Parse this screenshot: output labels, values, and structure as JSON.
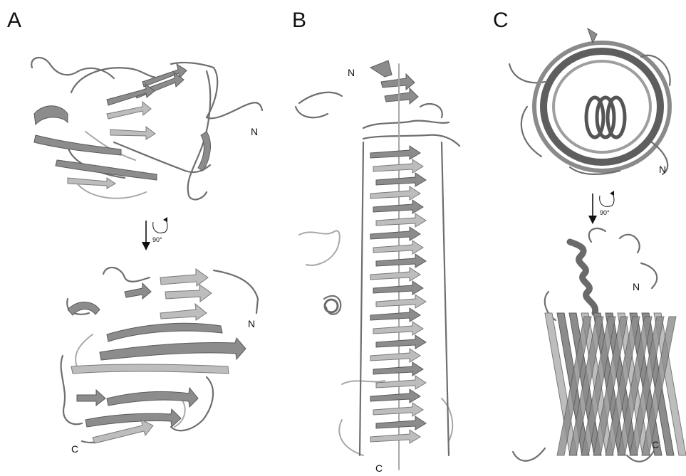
{
  "panels": [
    {
      "letter": "A",
      "top_label_N": "N",
      "bottom_label_N": "N",
      "bottom_label_C": "C",
      "rotation": "90°"
    },
    {
      "letter": "B",
      "label_N": "N",
      "label_C": "C"
    },
    {
      "letter": "C",
      "top_label_N": "N",
      "bottom_label_N": "N",
      "bottom_label_C": "C",
      "rotation": "90°"
    }
  ],
  "colors": {
    "dark_strand": "#8c8c8c",
    "light_strand": "#bdbdbd",
    "loop": "#6e6e6e"
  }
}
